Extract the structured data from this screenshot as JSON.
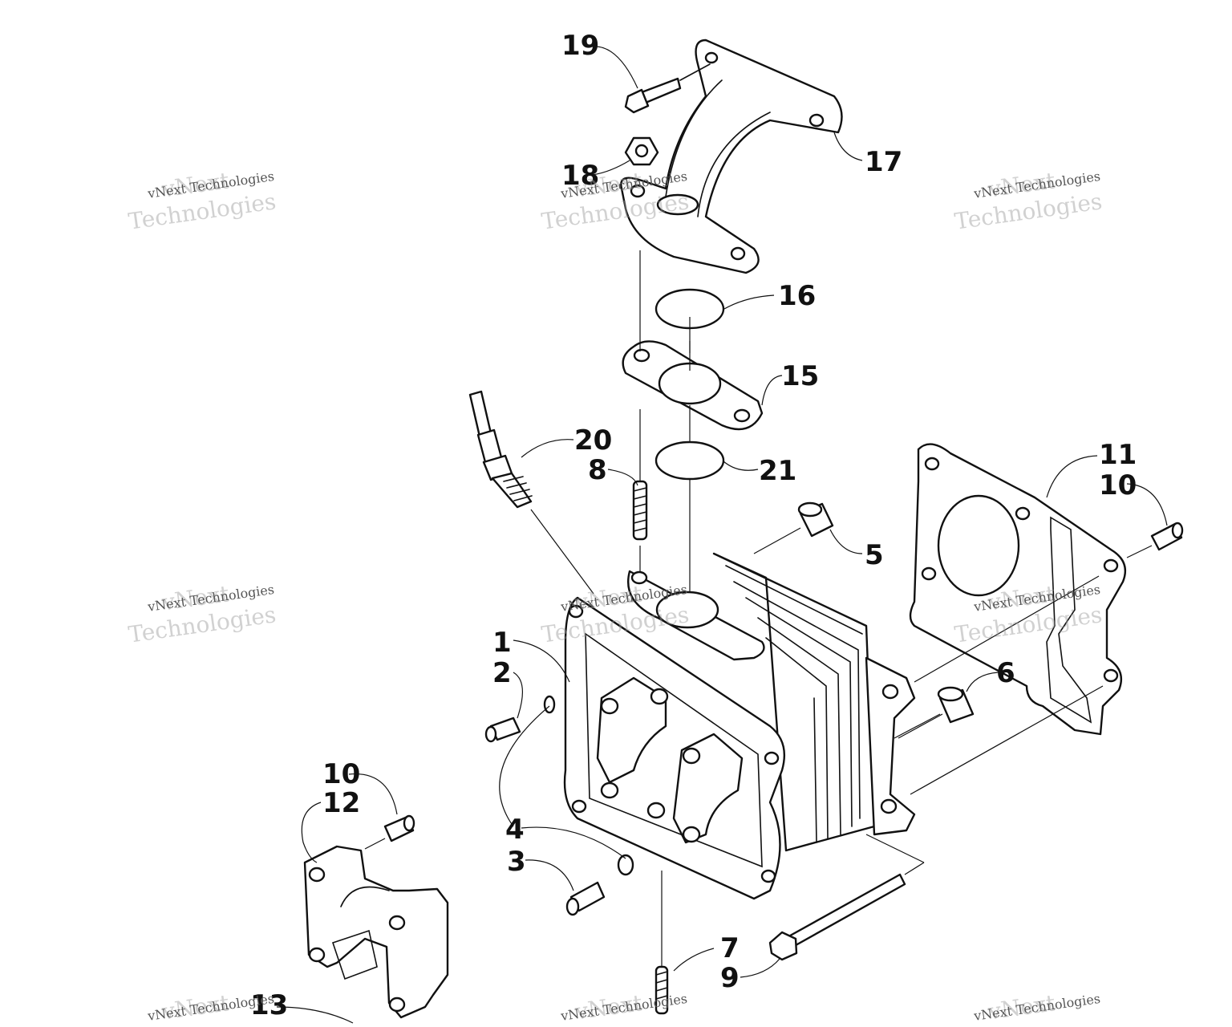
{
  "watermark": {
    "line_small": "vNext Technologies",
    "line_vnext": "vNext",
    "line_tech": "Technologies"
  },
  "callouts": {
    "c1": "1",
    "c2": "2",
    "c3": "3",
    "c4": "4",
    "c5": "5",
    "c6": "6",
    "c7": "7",
    "c8": "8",
    "c9": "9",
    "c10a": "10",
    "c10b": "10",
    "c11": "11",
    "c12": "12",
    "c13": "13",
    "c15": "15",
    "c16": "16",
    "c17": "17",
    "c18": "18",
    "c19": "19",
    "c20": "20",
    "c21": "21"
  },
  "colors": {
    "line": "#111111",
    "watermark": "#9a9a9a",
    "background": "#ffffff"
  }
}
